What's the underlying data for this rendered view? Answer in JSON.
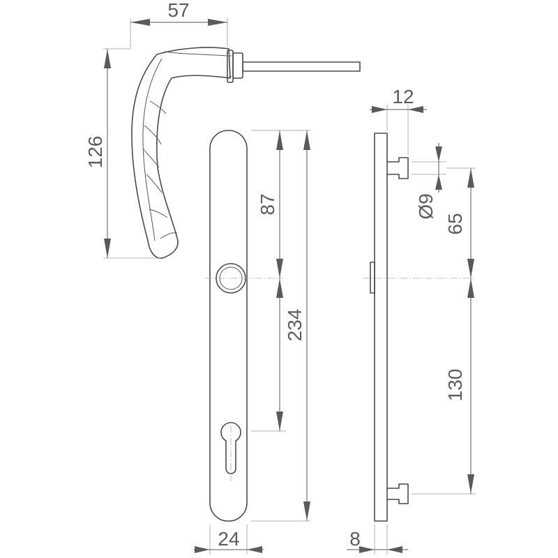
{
  "dimensions": {
    "handle_projection": "57",
    "handle_height": "126",
    "upper_distance": "87",
    "plate_length": "234",
    "spindle_dia": "Ø9",
    "spindle_to_pin": "65",
    "pin_spacing": "130",
    "depth": "12",
    "plate_width": "24",
    "plate_thickness": "8"
  }
}
